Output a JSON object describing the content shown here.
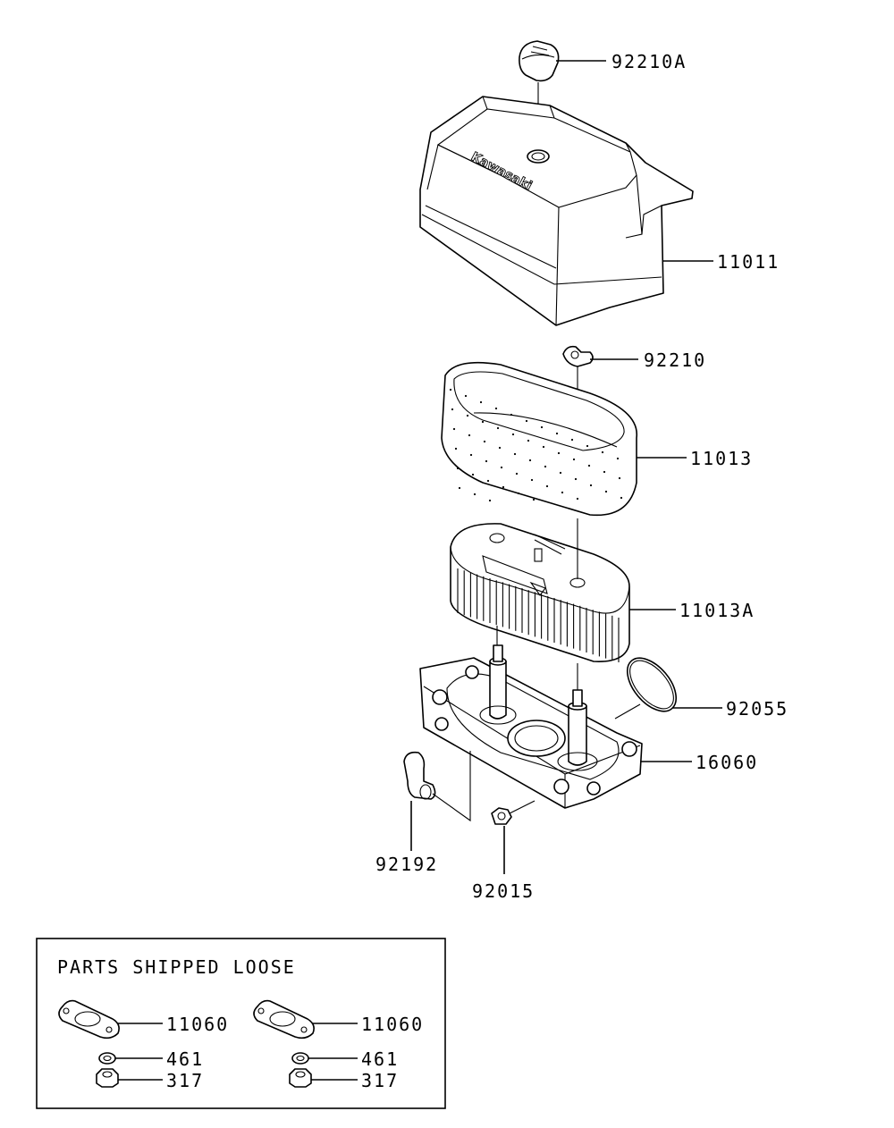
{
  "diagram": {
    "brand_text": "Kawasaki",
    "callouts": {
      "cap_knob": "92210A",
      "cover": "11011",
      "wing_nut": "92210",
      "foam_element": "11013",
      "paper_element": "11013A",
      "o_ring": "92055",
      "base": "16060",
      "elbow": "92192",
      "nut": "92015"
    },
    "loose_box": {
      "title": "PARTS SHIPPED LOOSE",
      "sets": [
        {
          "gasket": "11060",
          "washer": "461",
          "nut": "317"
        },
        {
          "gasket": "11060",
          "washer": "461",
          "nut": "317"
        }
      ]
    }
  }
}
